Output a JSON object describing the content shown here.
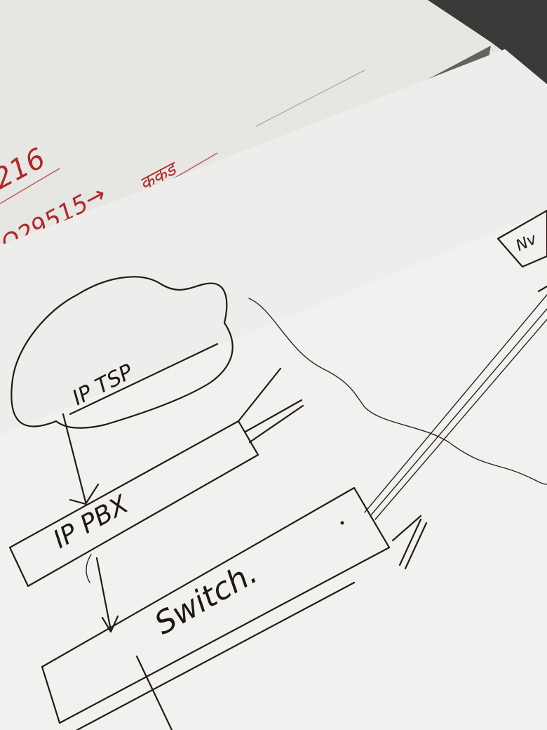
{
  "sketch": {
    "cloud_label": "IP TSP",
    "pbx_label": "IP PBX",
    "switch_label": "Switch.",
    "corner_label": "Nv",
    "back_sheet_red_text_1": "216",
    "back_sheet_red_text_2": "Ω29515→",
    "back_sheet_red_text_3": "ककड"
  },
  "colors": {
    "paper": "#f3f3f1",
    "back_paper": "#e9e9e6",
    "ink": "#241a16",
    "red_ink": "#b02828",
    "background": "#3a3a38"
  }
}
